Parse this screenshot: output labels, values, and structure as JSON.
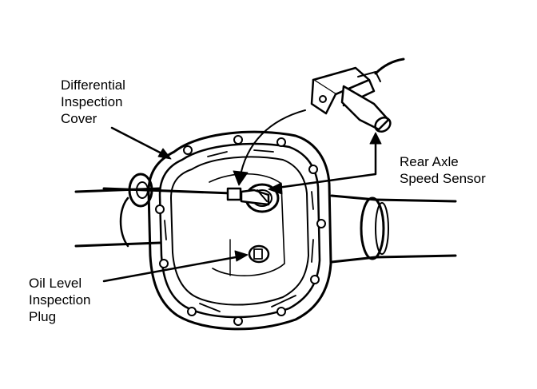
{
  "labels": {
    "cover": {
      "lines": [
        "Differential",
        "Inspection",
        "Cover"
      ]
    },
    "sensor": {
      "lines": [
        "Rear Axle",
        "Speed Sensor"
      ]
    },
    "plug": {
      "lines": [
        "Oil Level",
        "Inspection",
        "Plug"
      ]
    }
  },
  "colors": {
    "ink": "#000000",
    "paper": "#ffffff"
  }
}
